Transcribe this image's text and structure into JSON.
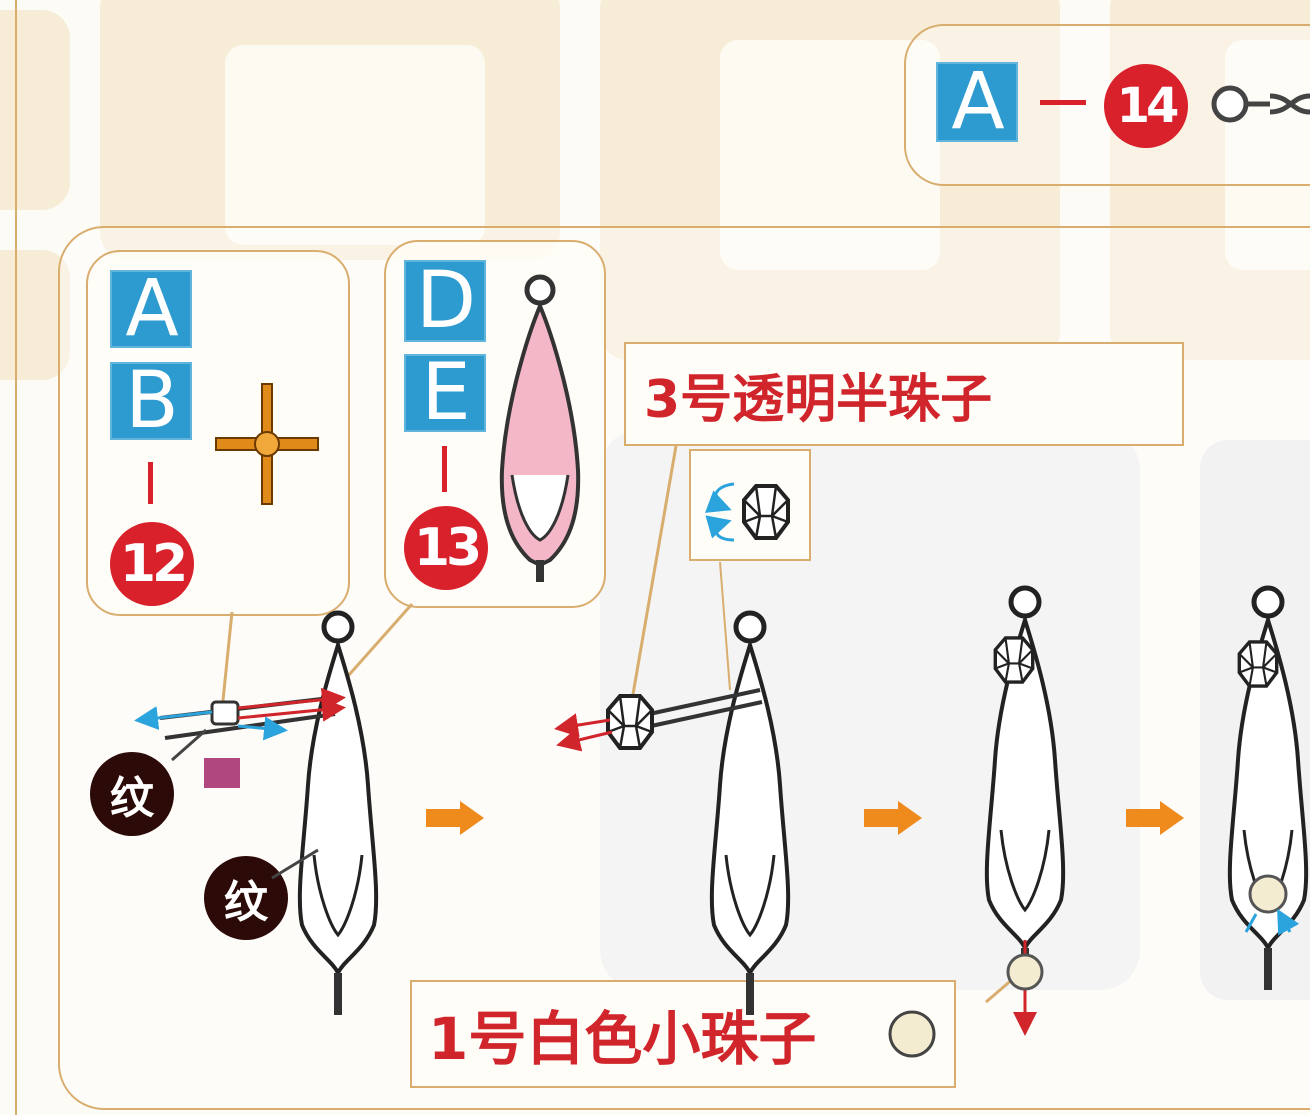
{
  "top_step": {
    "part": "A",
    "number": "14"
  },
  "callout_left": {
    "parts": [
      "A",
      "B"
    ],
    "number": "12"
  },
  "callout_right": {
    "parts": [
      "D",
      "E"
    ],
    "number": "13"
  },
  "tags": {
    "left_1": "纹",
    "left_2": "纹"
  },
  "labels": {
    "clear_half_bead": "3号透明半珠子",
    "white_small_bead": "1号白色小珠子"
  },
  "icons": [
    "orange-arrow-icon",
    "crystal-bead-icon",
    "white-bead-icon",
    "cross-connector-icon",
    "pink-pendant-icon",
    "chain-link-icon"
  ],
  "colors": {
    "part_blue": "#2d9bd0",
    "number_red": "#d9212c",
    "label_red": "#d1252c",
    "frame_tan": "#d9ad6e",
    "arrow_orange": "#ef8a1c"
  }
}
